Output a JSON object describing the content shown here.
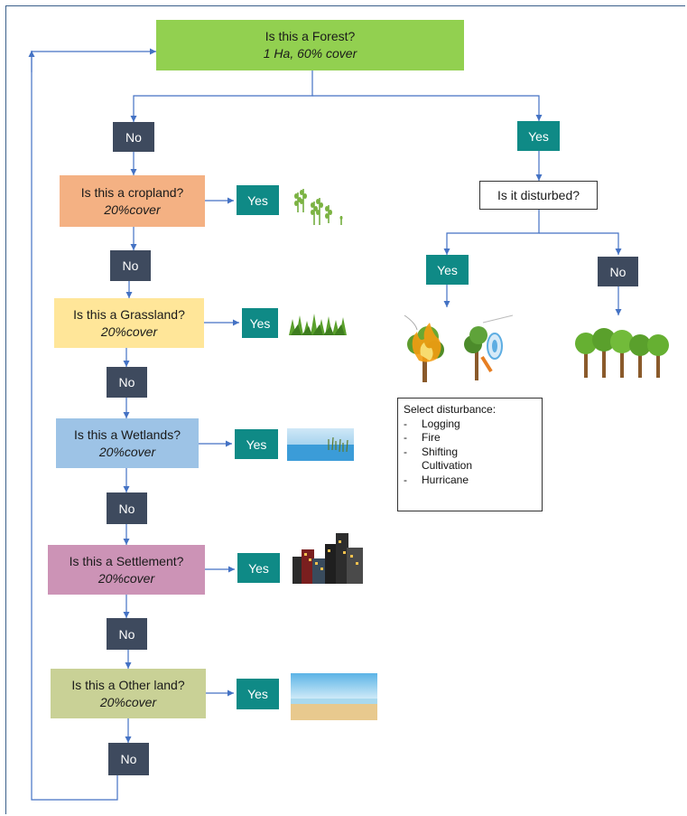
{
  "root": {
    "title": "Is this a Forest?",
    "subtitle": "1 Ha, 60% cover"
  },
  "labels": {
    "yes": "Yes",
    "no": "No"
  },
  "forest_branch": {
    "disturbed_question": "Is it disturbed?",
    "disturbance_box": {
      "title": "Select disturbance:",
      "items": [
        {
          "bullet": "-",
          "text": "Logging"
        },
        {
          "bullet": "-",
          "text": "Fire"
        },
        {
          "bullet": "-",
          "text": "Shifting"
        },
        {
          "bullet": "",
          "text": "Cultivation"
        },
        {
          "bullet": "-",
          "text": "Hurricane"
        }
      ]
    }
  },
  "categories": [
    {
      "question": "Is this a cropland?",
      "cover": "20%cover",
      "color": "#f4b183",
      "icon": "wheat-icon"
    },
    {
      "question": "Is this a Grassland?",
      "cover": "20%cover",
      "color": "#ffe699",
      "icon": "grass-icon"
    },
    {
      "question": "Is this a Wetlands?",
      "cover": "20%cover",
      "color": "#9dc3e6",
      "icon": "wetland-icon"
    },
    {
      "question": "Is this a Settlement?",
      "cover": "20%cover",
      "color": "#cc93b6",
      "icon": "city-skyline-icon"
    },
    {
      "question": "Is this a Other land?",
      "cover": "20%cover",
      "color": "#c9d196",
      "icon": "beach-icon"
    }
  ],
  "colors": {
    "yes_box": "#0f8a86",
    "no_box": "#3e4a5e",
    "forest_box": "#92d050",
    "connector": "#4472c4"
  }
}
